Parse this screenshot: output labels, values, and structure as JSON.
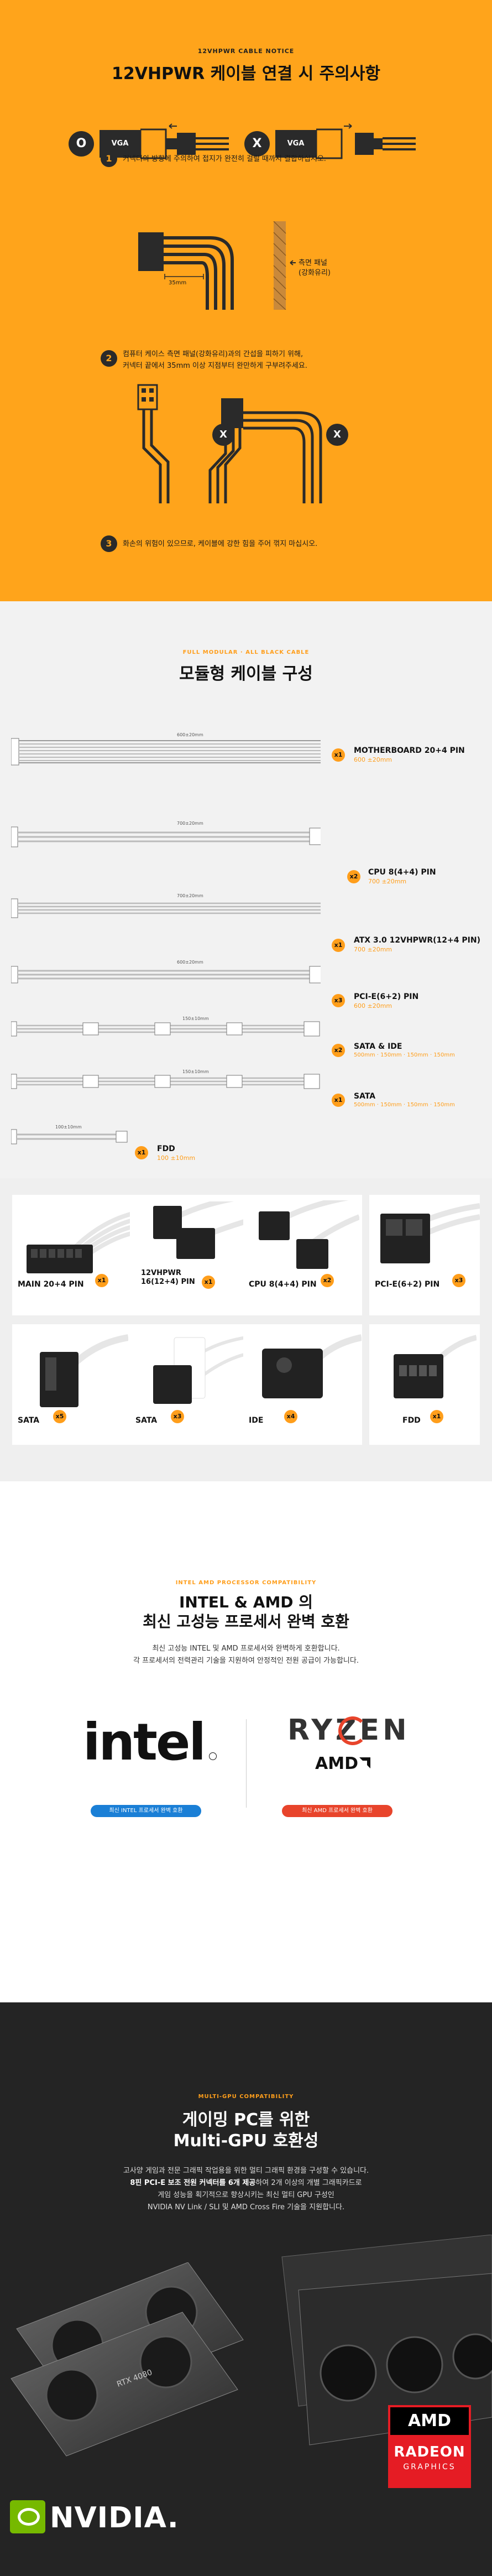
{
  "notice": {
    "eyebrow": "12VHPWR CABLE NOTICE",
    "title": "12VHPWR 케이블 연결 시 주의사항",
    "ok_mark": "O",
    "ng_mark": "X",
    "vga_label": "VGA",
    "step1_num": "1",
    "step1_text": "커넥터의 방향에 주의하여 접지가 완전히 걸릴 때까지 결합하십시오.",
    "distance_label": "35mm",
    "panel_label_1": "측면 패널",
    "panel_label_2": "(강화유리)",
    "step2_num": "2",
    "step2_text_1": "컴퓨터 케이스 측면 패널(강화유리)과의 간섭을 피하기 위해,",
    "step2_text_2": "커넥터 끝에서 35mm 이상 지점부터 완만하게 구부려주세요.",
    "step3_num": "3",
    "step3_text": "화손의 위험이 있으므로, 케이블에 강한 힘을 주어 꺾지 마십시오."
  },
  "modular": {
    "eyebrow": "FULL MODULAR · ALL BLACK CABLE",
    "title": "모듈형 케이블 구성",
    "cables": [
      {
        "qty": "x1",
        "name": "MOTHERBOARD 20+4 PIN",
        "len": "600 ±20mm",
        "dim": "600±20mm"
      },
      {
        "qty": "x2",
        "name": "CPU 8(4+4) PIN",
        "len": "700 ±20mm",
        "dim": "700±20mm"
      },
      {
        "qty": "x1",
        "name": "ATX 3.0 12VHPWR(12+4 PIN)",
        "len": "700 ±20mm",
        "dim": "700±20mm"
      },
      {
        "qty": "x3",
        "name": "PCI-E(6+2) PIN",
        "len": "600 ±20mm",
        "dim": "600±20mm"
      },
      {
        "qty": "x2",
        "name": "SATA & IDE",
        "len": "500mm · 150mm · 150mm · 150mm",
        "dim": "150±10mm"
      },
      {
        "qty": "x1",
        "name": "SATA",
        "len": "500mm · 150mm · 150mm · 150mm",
        "dim": "150±10mm"
      },
      {
        "qty": "x1",
        "name": "FDD",
        "len": "100 ±10mm",
        "dim": "100±10mm"
      }
    ]
  },
  "connectors": [
    {
      "name": "MAIN 20+4 PIN",
      "qty": "x1"
    },
    {
      "name_1": "12VHPWR",
      "name_2": "16(12+4) PIN",
      "qty": "x1"
    },
    {
      "name": "CPU 8(4+4) PIN",
      "qty": "x2"
    },
    {
      "name": "PCI-E(6+2) PIN",
      "qty": "x3"
    },
    {
      "name": "SATA",
      "qty": "x5"
    },
    {
      "name": "SATA",
      "qty": "x3"
    },
    {
      "name": "IDE",
      "qty": "x4"
    },
    {
      "name": "FDD",
      "qty": "x1"
    }
  ],
  "compat": {
    "eyebrow": "INTEL AMD PROCESSOR COMPATIBILITY",
    "title_1": "INTEL & AMD 의",
    "title_2": "최신 고성능 프로세서 완벽 호환",
    "desc_1": "최신 고성능 INTEL 및 AMD 프로세서와 완벽하게 호환합니다.",
    "desc_2": "각 프로세서의 전력관리 기술을 지원하여 안정적인 전원 공급이 가능합니다.",
    "intel_logo": "intel",
    "intel_pill": "최신 INTEL 프로세서 완벽 호환",
    "ryzen_logo": "RYZEN",
    "amd_logo": "AMD",
    "amd_pill": "최신 AMD 프로세서 완벽 호환",
    "intel_color": "#1a7fd6",
    "amd_color": "#e8442b"
  },
  "gpu": {
    "eyebrow": "MULTI-GPU COMPATIBILITY",
    "title_1": "게이밍 PC를 위한",
    "title_2": "Multi-GPU 호환성",
    "desc_1": "고사양 게임과 전문 그래픽 작업용을 위한 멀티 그래픽 환경을 구성할 수 있습니다.",
    "desc_2a": "8핀 PCI-E 보조 전원 커넥터를 6개 제공",
    "desc_2b": "하여 2개 이상의 개별 그래픽카드로",
    "desc_3": "게임 성능을 획기적으로 향상시키는 최신 멀티 GPU 구성인",
    "desc_4": "NVIDIA NV Link / SLI 및 AMD Cross Fire 기술을 지원합니다.",
    "nvidia_logo": "NVIDIA.",
    "rtx_label": "RTX 4080",
    "amd_logo": "AMD",
    "radeon_1": "RADEON",
    "radeon_2": "GRAPHICS"
  },
  "colors": {
    "orange": "#ff9e1b",
    "dark": "#1f1f1f",
    "grey_bg": "#f2f2f2"
  }
}
